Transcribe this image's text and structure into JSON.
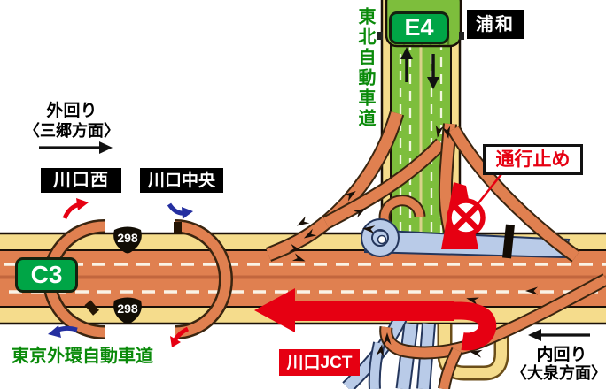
{
  "labels": {
    "expressway_vertical": "東北自動車道",
    "e4": "E4",
    "urawa": "浦和",
    "outer_loop": "外回り",
    "misato_direction": "〈三郷方面〉",
    "kawaguchi_nishi": "川口西",
    "kawaguchi_chuo": "川口中央",
    "route298": "298",
    "c3": "C3",
    "gaikan": "東京外環自動車道",
    "kawaguchi_jct": "川口JCT",
    "closed": "通行止め",
    "inner_loop": "内回り",
    "oizumi_direction": "〈大泉方面〉"
  },
  "colors": {
    "expressway_green": "#7DBE3C",
    "shoulder_yellow": "#F5DC8C",
    "gaikan_salmon": "#E08050",
    "ramp_blue": "#B9CBE8",
    "closure_red": "#E60012",
    "badge_green": "#00A546",
    "label_green": "#0a8a0a"
  }
}
